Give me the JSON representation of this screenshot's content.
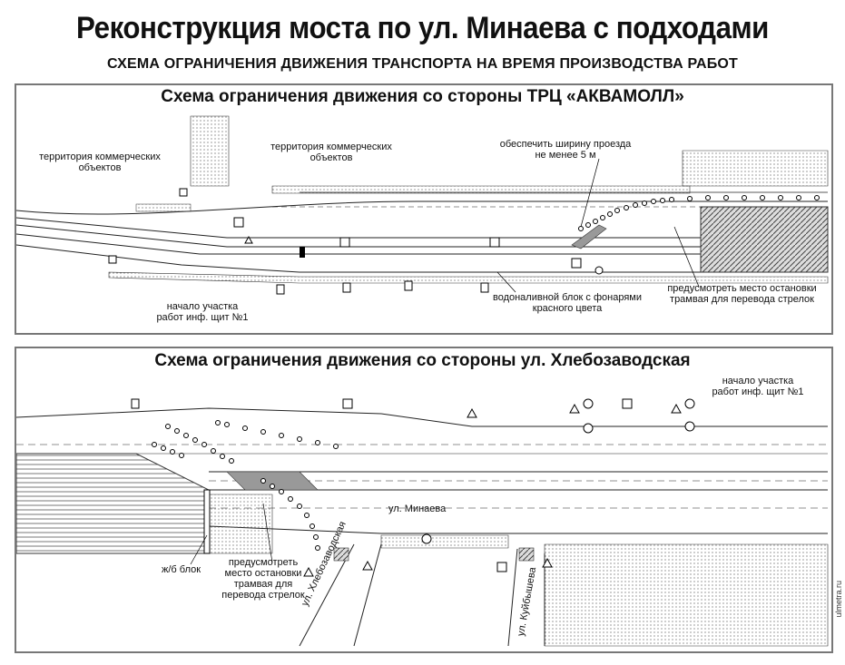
{
  "header": {
    "title": "Реконструкция моста по ул. Минаева с подходами",
    "subtitle": "СХЕМА ОГРАНИЧЕНИЯ ДВИЖЕНИЯ ТРАНСПОРТА НА ВРЕМЯ ПРОИЗВОДСТВА РАБОТ"
  },
  "panel1": {
    "title": "Схема ограничения движения со стороны ТРЦ «АКВАМОЛЛ»",
    "labels": {
      "commercial_left": "территория коммерческих объектов",
      "commercial_center": "территория коммерческих объектов",
      "width_note": "обеспечить ширину проезда не менее 5 м",
      "work_start": "начало участка работ инф. щит №1",
      "water_block": "водоналивной блок с фонарями красного цвета",
      "tram_stop": "предусмотреть место остановки трамвая для перевода стрелок"
    }
  },
  "panel2": {
    "title": "Схема ограничения движения со стороны ул. Хлебозаводская",
    "labels": {
      "work_start": "начало участка работ инф. щит №1",
      "rc_block": "ж/б блок",
      "tram_stop": "предусмотреть место остановки трамвая для перевода стрелок",
      "street_main": "ул. Минаева",
      "street_khleb": "ул. Хлебозаводская",
      "street_kuib": "ул. Куйбышева"
    }
  },
  "watermark": "ulmetra.ru"
}
